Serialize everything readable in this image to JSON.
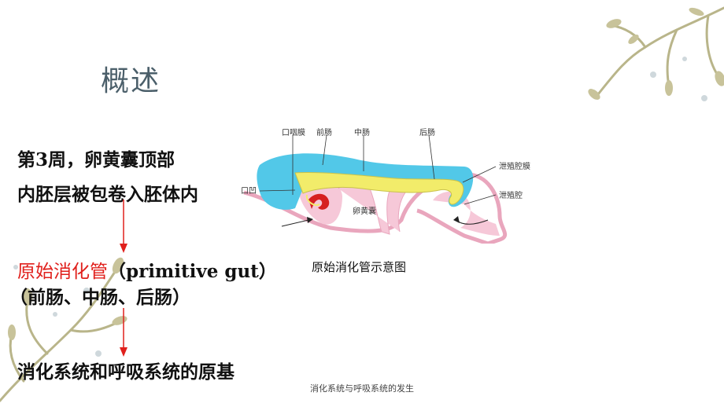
{
  "slide": {
    "title": "概述",
    "line1": "第3周，卵黄囊顶部",
    "line2": "内胚层被包卷入胚体内",
    "line3_red": "原始消化管",
    "line3_rest": "（primitive  gut）",
    "line4": "（前肠、中肠、后肠）",
    "line5": "消化系统和呼吸系统的原基",
    "footer": "消化系统与呼吸系统的发生"
  },
  "diagram": {
    "caption": "原始消化管示意图",
    "labels": {
      "mouth_membrane": "口咽膜",
      "foregut": "前肠",
      "midgut": "中肠",
      "hindgut": "后肠",
      "cloacal_membrane": "泄殖腔膜",
      "cloaca": "泄殖腔",
      "stomodeum": "口凹",
      "yolk_sac": "卵黄囊"
    },
    "colors": {
      "ectoderm": "#52c8e8",
      "endoderm": "#f2ec6a",
      "mesoderm": "#f6c8d8",
      "heart": "#d62020",
      "arrow": "#e0201c"
    }
  }
}
